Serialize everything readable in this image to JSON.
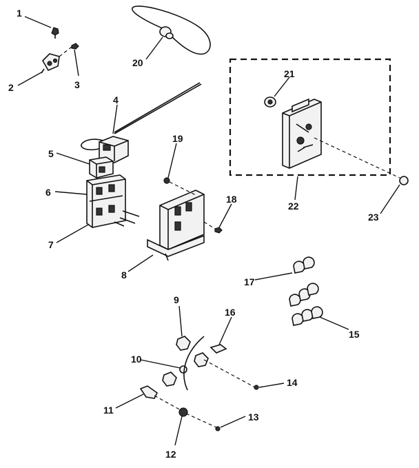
{
  "callouts": [
    {
      "id": "1",
      "label": "1"
    },
    {
      "id": "2",
      "label": "2"
    },
    {
      "id": "3",
      "label": "3"
    },
    {
      "id": "4",
      "label": "4"
    },
    {
      "id": "5",
      "label": "5"
    },
    {
      "id": "6",
      "label": "6"
    },
    {
      "id": "7",
      "label": "7"
    },
    {
      "id": "8",
      "label": "8"
    },
    {
      "id": "9",
      "label": "9"
    },
    {
      "id": "10",
      "label": "10"
    },
    {
      "id": "11",
      "label": "11"
    },
    {
      "id": "12",
      "label": "12"
    },
    {
      "id": "13",
      "label": "13"
    },
    {
      "id": "14",
      "label": "14"
    },
    {
      "id": "15",
      "label": "15"
    },
    {
      "id": "16",
      "label": "16"
    },
    {
      "id": "17",
      "label": "17"
    },
    {
      "id": "18",
      "label": "18"
    },
    {
      "id": "19",
      "label": "19"
    },
    {
      "id": "20",
      "label": "20"
    },
    {
      "id": "21",
      "label": "21"
    },
    {
      "id": "22",
      "label": "22"
    },
    {
      "id": "23",
      "label": "23"
    }
  ],
  "colors": {
    "ink": "#111111",
    "paper": "#ffffff"
  }
}
